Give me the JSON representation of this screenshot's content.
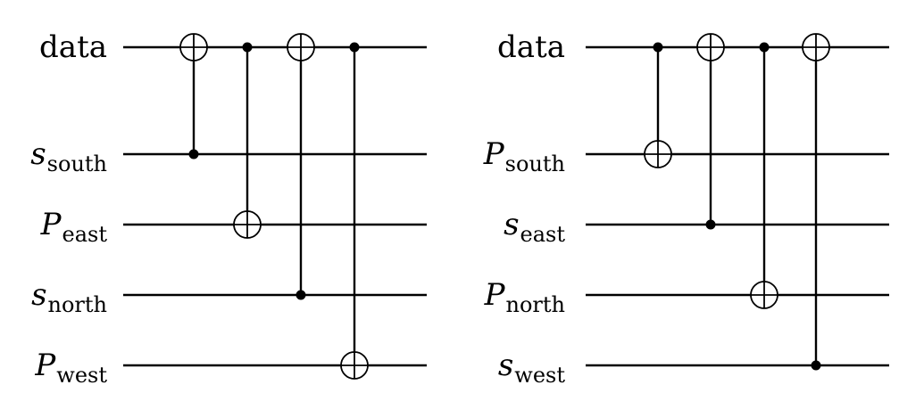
{
  "circuits": [
    {
      "name": "left",
      "qubits": [
        {
          "symbol": "data",
          "subscript": "",
          "italic": false
        },
        {
          "symbol": "s",
          "subscript": "south",
          "italic": true
        },
        {
          "symbol": "P",
          "subscript": "east",
          "italic": true
        },
        {
          "symbol": "s",
          "subscript": "north",
          "italic": true
        },
        {
          "symbol": "P",
          "subscript": "west",
          "italic": true
        }
      ],
      "gates": [
        {
          "type": "CNOT",
          "control": 1,
          "target": 0
        },
        {
          "type": "CNOT",
          "control": 0,
          "target": 2
        },
        {
          "type": "CNOT",
          "control": 3,
          "target": 0
        },
        {
          "type": "CNOT",
          "control": 0,
          "target": 4
        }
      ]
    },
    {
      "name": "right",
      "qubits": [
        {
          "symbol": "data",
          "subscript": "",
          "italic": false
        },
        {
          "symbol": "P",
          "subscript": "south",
          "italic": true
        },
        {
          "symbol": "s",
          "subscript": "east",
          "italic": true
        },
        {
          "symbol": "P",
          "subscript": "north",
          "italic": true
        },
        {
          "symbol": "s",
          "subscript": "west",
          "italic": true
        }
      ],
      "gates": [
        {
          "type": "CNOT",
          "control": 0,
          "target": 1
        },
        {
          "type": "CNOT",
          "control": 2,
          "target": 0
        },
        {
          "type": "CNOT",
          "control": 0,
          "target": 3
        },
        {
          "type": "CNOT",
          "control": 4,
          "target": 0
        }
      ]
    }
  ]
}
